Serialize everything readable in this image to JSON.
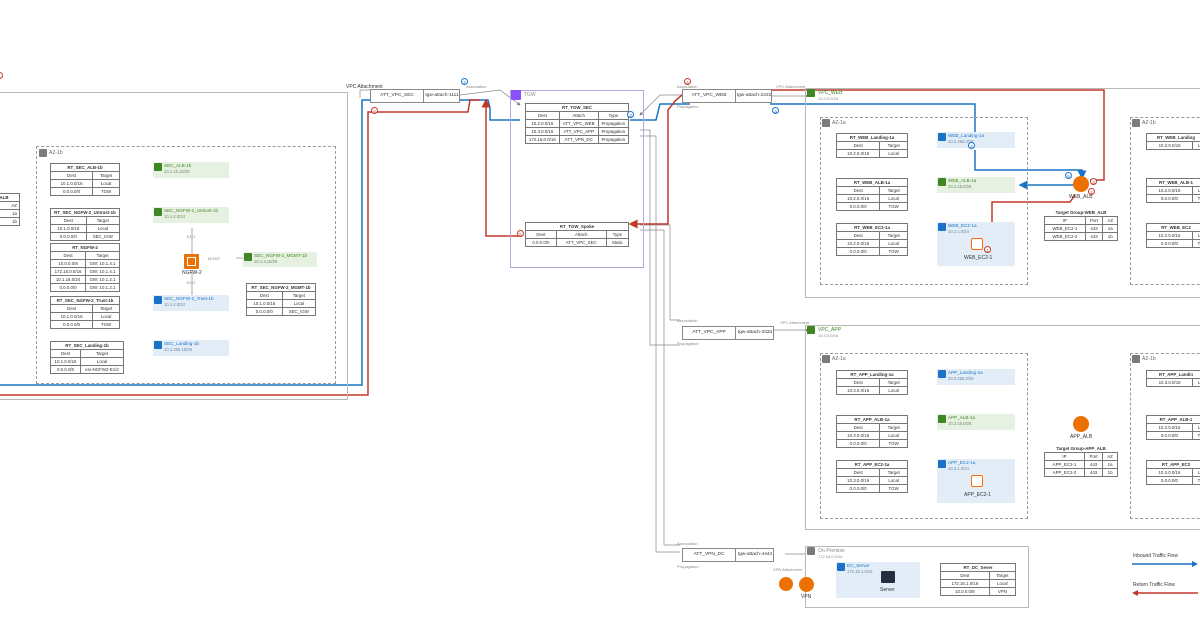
{
  "sec_vpc": {
    "attachment_label": "VPC Attachment",
    "az_label": "AZ-1b",
    "rt_sec_alb": {
      "title": "RT_SEC_ALB-1b",
      "headers": [
        "Dest",
        "Target"
      ],
      "rows": [
        [
          "10.1.0.0/16",
          "Local"
        ],
        [
          "0.0.0.0/0",
          "TGW"
        ]
      ]
    },
    "rt_sec_ngfw_untrust": {
      "title": "RT_SEC_NGFW-2_Untrust-1b",
      "headers": [
        "Dest",
        "Target"
      ],
      "rows": [
        [
          "10.1.0.0/16",
          "Local"
        ],
        [
          "0.0.0.0/0",
          "SEC_IGW"
        ]
      ]
    },
    "rt_ngfw": {
      "title": "RT_NGFW-2",
      "headers": [
        "Dest",
        "Target"
      ],
      "rows": [
        [
          "10.0.0.0/8",
          "GW: 10.1.4.1"
        ],
        [
          "172.16.0.0/16",
          "GW: 10.1.4.1"
        ],
        [
          "10.1.16.0/24",
          "GW: 10.1.2.1"
        ],
        [
          "0.0.0.0/0",
          "GW: 10.1.2.1"
        ]
      ]
    },
    "rt_sec_ngfw_trust": {
      "title": "RT_SEC_NGFW-2_Trust-1b",
      "headers": [
        "Dest",
        "Target"
      ],
      "rows": [
        [
          "10.1.0.0/16",
          "Local"
        ],
        [
          "0.0.0.0/0",
          "TGW"
        ]
      ]
    },
    "rt_sec_landing": {
      "title": "RT_SEC_Landing-1b",
      "headers": [
        "Dest",
        "Target"
      ],
      "rows": [
        [
          "10.1.0.0/16",
          "Local"
        ],
        [
          "0.0.0.0/0",
          "eni-NGFW2-E1/2"
        ]
      ]
    },
    "rt_sec_ngfw_mgmt": {
      "title": "RT_SEC_NGFW-2_MGMT-1b",
      "headers": [
        "Dest",
        "Target"
      ],
      "rows": [
        [
          "10.1.0.0/16",
          "Local"
        ],
        [
          "0.0.0.0/0",
          "SEC_IGW"
        ]
      ]
    },
    "subnet_alb": {
      "name": "SEC_ALB-1b",
      "cidr": "10.1.1b.16/28"
    },
    "subnet_untrust": {
      "name": "SEC_NGFW-2_Untrust-1b",
      "cidr": "10.1.2.0/24"
    },
    "subnet_trust": {
      "name": "SEC_NGFW-2_Trust-1b",
      "cidr": "10.1.4.0/24"
    },
    "subnet_landing": {
      "name": "SEC_Landing-1b",
      "cidr": "10.1.255.16/28"
    },
    "subnet_mgmt": {
      "name": "SEC_NGFW-2_MGMT-1b",
      "cidr": "10.1.3.16/28"
    },
    "ngfw_label": "NGFW-2",
    "eth_top": "E1/1",
    "eth_bottom": "E1/2",
    "mgmt_label": "MGMT",
    "left_table": {
      "header": "ALB",
      "az_header": "AZ",
      "rows": [
        "1a",
        "1b"
      ]
    }
  },
  "tgw": {
    "label": "TGW",
    "rt_tgw_sec": {
      "title": "RT_TGW_SEC",
      "headers": [
        "Dest",
        "Attach",
        "Type"
      ],
      "rows": [
        [
          "10.2.0.0/16",
          "ATT_VPC_WEB",
          "Propagation"
        ],
        [
          "10.3.0.0/16",
          "ATT_VPC_APP",
          "Propagation"
        ],
        [
          "172.16.0.0/16",
          "ATT_VPN_DC",
          "Propagation"
        ]
      ]
    },
    "rt_tgw_spoke": {
      "title": "RT_TGW_Spoke",
      "headers": [
        "Dest",
        "Attach",
        "Type"
      ],
      "rows": [
        [
          "0.0.0.0/0",
          "ATT_VPC_SEC",
          "Static"
        ]
      ]
    }
  },
  "attachments": {
    "sec": {
      "name": "ATT_VPC_SEC",
      "id": "tgw-attach-1111"
    },
    "web": {
      "name": "ATT_VPC_WEB",
      "id": "tgw-attach-2222"
    },
    "app": {
      "name": "ATT_VPC_APP",
      "id": "tgw-attach-3333"
    },
    "vpn": {
      "name": "ATT_VPN_DC",
      "id": "tgw-attach-4444"
    }
  },
  "edge_labels": {
    "association": "Association",
    "propagation": "Propagation",
    "vpc_attachment": "VPC Attachment",
    "vpn_attachment": "VPN Attachment"
  },
  "web_vpc": {
    "name": "VPC_WEB",
    "cidr": "10.2.0.0/16",
    "az_a": "AZ-1a",
    "az_b": "AZ-1b",
    "rt_landing": {
      "title": "RT_WEB_Landing-1a",
      "headers": [
        "Dest",
        "Target"
      ],
      "rows": [
        [
          "10.2.0.0/16",
          "Local"
        ]
      ]
    },
    "rt_alb": {
      "title": "RT_WEB_ALB-1a",
      "headers": [
        "Dest",
        "Target"
      ],
      "rows": [
        [
          "10.2.0.0/16",
          "Local"
        ],
        [
          "0.0.0.0/0",
          "TGW"
        ]
      ]
    },
    "rt_ec2": {
      "title": "RT_WEB_EC2-1a",
      "headers": [
        "Dest",
        "Target"
      ],
      "rows": [
        [
          "10.2.0.0/16",
          "Local"
        ],
        [
          "0.0.0.0/0",
          "TGW"
        ]
      ]
    },
    "sub_landing": {
      "name": "WEB_Landing-1a",
      "cidr": "10.2.255.0/28"
    },
    "sub_alb": {
      "name": "WEB_ALB-1a",
      "cidr": "10.2.16.0/28"
    },
    "sub_ec2": {
      "name": "WEB_EC2-1a",
      "cidr": "10.2.1.0/24"
    },
    "ec2_label": "WEB_EC2-1",
    "alb_label": "WEB_ALB",
    "tg": {
      "title": "Target Group-WEB_ALB",
      "headers": [
        "IP",
        "Port",
        "AZ"
      ],
      "rows": [
        [
          "WEB_EC2-1",
          "443",
          "1a"
        ],
        [
          "WEB_EC2-2",
          "443",
          "1b"
        ]
      ]
    },
    "rt_landing_b": {
      "title": "RT_WEB_Landing",
      "rows": [
        [
          "10.2.0.0/16",
          "L"
        ]
      ]
    },
    "rt_alb_b": {
      "title": "RT_WEB_ALB-1",
      "rows": [
        [
          "10.2.0.0/16",
          "L"
        ],
        [
          "0.0.0.0/0",
          "T"
        ]
      ]
    },
    "rt_ec2_b": {
      "title": "RT_WEB_EC2",
      "rows": [
        [
          "10.2.0.0/16",
          "L"
        ],
        [
          "0.0.0.0/0",
          "T"
        ]
      ]
    }
  },
  "app_vpc": {
    "name": "VPC_APP",
    "cidr": "10.3.0.0/16",
    "az_a": "AZ-1a",
    "az_b": "AZ-1b",
    "rt_landing": {
      "title": "RT_APP_Landing-1a",
      "headers": [
        "Dest",
        "Target"
      ],
      "rows": [
        [
          "10.3.0.0/16",
          "Local"
        ]
      ]
    },
    "rt_alb": {
      "title": "RT_APP_ALB-1a",
      "headers": [
        "Dest",
        "Target"
      ],
      "rows": [
        [
          "10.3.0.0/16",
          "Local"
        ],
        [
          "0.0.0.0/0",
          "TGW"
        ]
      ]
    },
    "rt_ec2": {
      "title": "RT_APP_EC2-1a",
      "headers": [
        "Dest",
        "Target"
      ],
      "rows": [
        [
          "10.3.0.0/16",
          "Local"
        ],
        [
          "0.0.0.0/0",
          "TGW"
        ]
      ]
    },
    "sub_landing": {
      "name": "APP_Landing-1a",
      "cidr": "10.3.255.0/28"
    },
    "sub_alb": {
      "name": "APP_ALB-1a",
      "cidr": "10.3.16.0/28"
    },
    "sub_ec2": {
      "name": "APP_EC2-1a",
      "cidr": "10.3.1.0/24"
    },
    "ec2_label": "APP_EC2-1",
    "alb_label": "APP_ALB",
    "tg": {
      "title": "Target Group-APP_ALB",
      "headers": [
        "IP",
        "Port",
        "AZ"
      ],
      "rows": [
        [
          "APP_EC2-1",
          "443",
          "1a"
        ],
        [
          "APP_EC2-2",
          "443",
          "1b"
        ]
      ]
    },
    "rt_landing_b": {
      "title": "RT_APP_Landin",
      "rows": [
        [
          "10.3.0.0/16",
          "L"
        ]
      ]
    },
    "rt_alb_b": {
      "title": "RT_APP_ALB-1",
      "rows": [
        [
          "10.3.0.0/16",
          "L"
        ],
        [
          "0.0.0.0/0",
          "T"
        ]
      ]
    },
    "rt_ec2_b": {
      "title": "RT_APP_EC2",
      "rows": [
        [
          "10.3.0.0/16",
          "L"
        ],
        [
          "0.0.0.0/0",
          "T"
        ]
      ]
    }
  },
  "on_prem": {
    "name": "On-Premise",
    "cidr": "172.16.0.0/16",
    "dc_server": {
      "name": "DC_Server",
      "cidr": "172.16.1.0/24"
    },
    "server_label": "Server",
    "vpn_label": "VPN",
    "rt": {
      "title": "RT_DC_Sever",
      "headers": [
        "Dest",
        "Target"
      ],
      "rows": [
        [
          "172.16.1.0/16",
          "Local"
        ],
        [
          "10.0.0.0/8",
          "VPN"
        ]
      ]
    }
  },
  "legend": {
    "inbound": "Inbound Traffic Flow",
    "return": "Return Traffic Flow"
  },
  "badges": {
    "b1": "1",
    "b2": "2",
    "b3": "3",
    "b4": "4",
    "b5": "5",
    "r1": "1",
    "r2": "2",
    "r3": "3",
    "r4": "4",
    "r5": "5",
    "r6": "6"
  },
  "colors": {
    "inbound": "#1a73c9",
    "return": "#c0392b",
    "aws_green": "#3f8624",
    "tgw_purple": "#8c4fff",
    "alb_orange": "#ed7100"
  }
}
